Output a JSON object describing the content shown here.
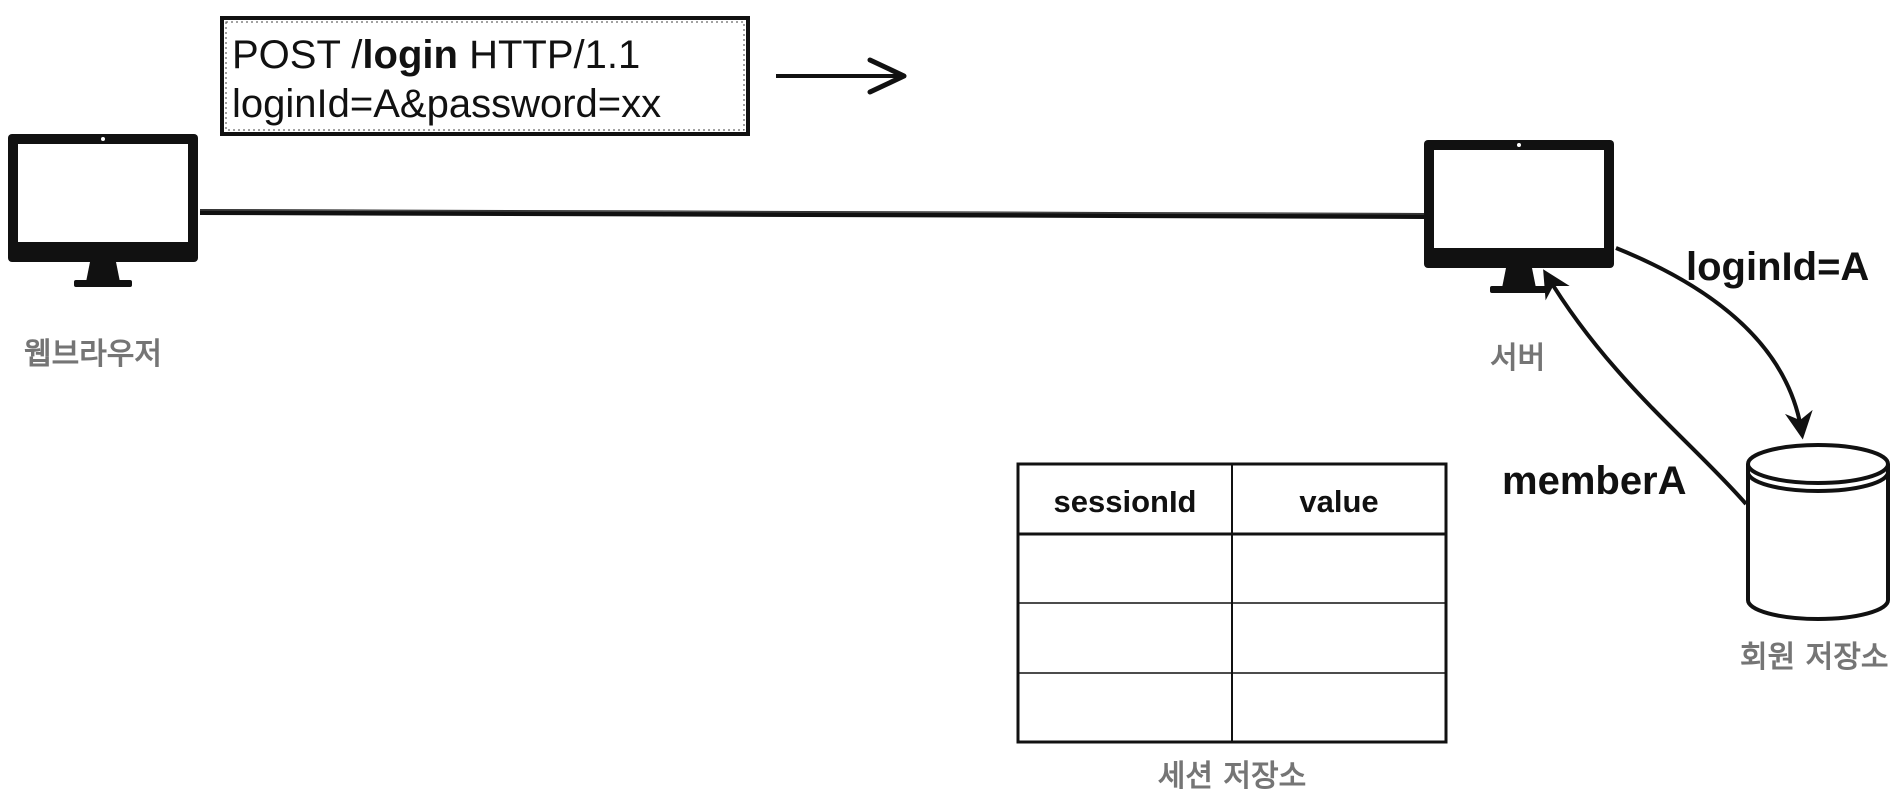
{
  "request": {
    "line1_prefix": "POST /",
    "line1_bold": "login",
    "line1_suffix": " HTTP/1.1",
    "line2": "loginId=A&password=xx"
  },
  "nodes": {
    "browser": "웹브라우저",
    "server": "서버",
    "member_store": "회원 저장소",
    "session_store": "세션 저장소"
  },
  "arrows": {
    "to_store": "loginId=A",
    "from_store": "memberA"
  },
  "session_table": {
    "headers": [
      "sessionId",
      "value"
    ],
    "rows": [
      [
        "",
        ""
      ],
      [
        "",
        ""
      ],
      [
        "",
        ""
      ]
    ]
  },
  "colors": {
    "stroke": "#111111",
    "caption": "#757575"
  }
}
